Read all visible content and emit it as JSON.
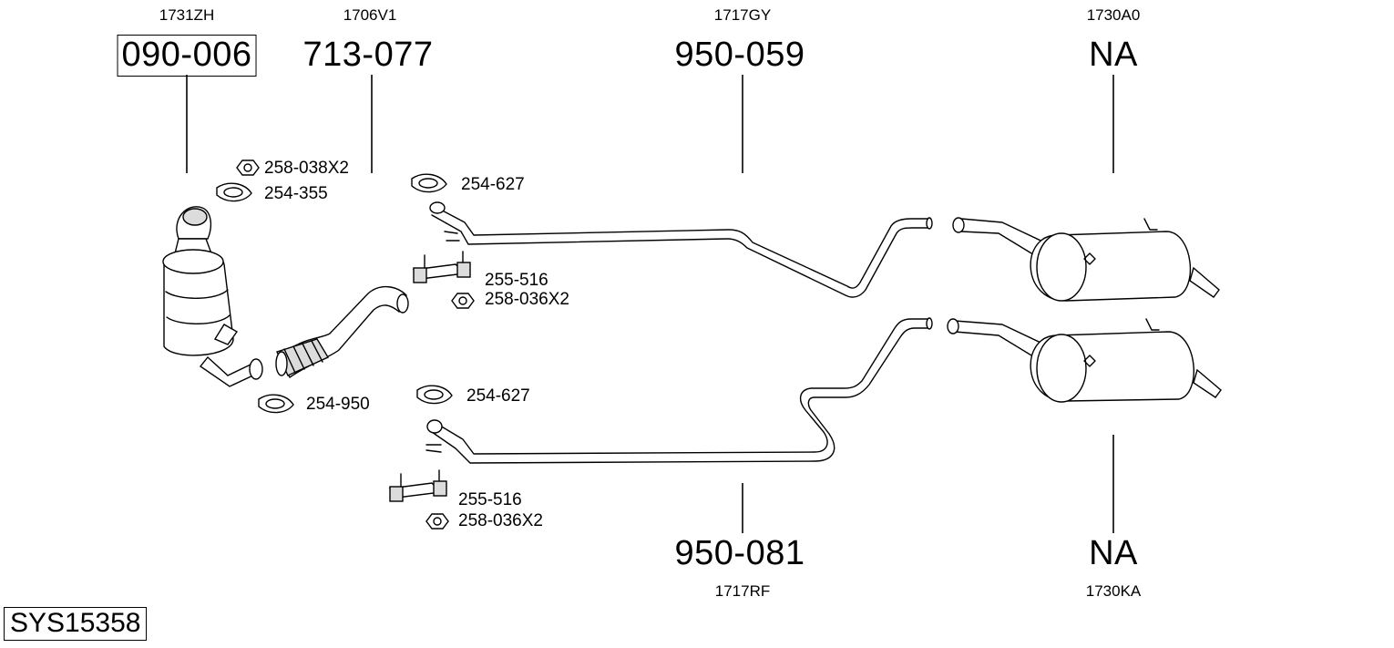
{
  "oem_codes": {
    "catalyst": "1731ZH",
    "flex_pipe": "1706V1",
    "center_pipe_top": "1717GY",
    "rear_silencer_top": "1730A0",
    "center_pipe_bottom": "1717RF",
    "rear_silencer_bottom": "1730KA"
  },
  "part_numbers": {
    "catalyst": "090-006",
    "flex_pipe": "713-077",
    "center_pipe_top": "950-059",
    "rear_silencer_top": "NA",
    "center_pipe_bottom": "950-081",
    "rear_silencer_bottom": "NA"
  },
  "fittings": {
    "nut_catalyst": "258-038X2",
    "clamp_catalyst": "254-355",
    "clamp_flex": "254-950",
    "clamp_top": "254-627",
    "bracket_top": "255-516",
    "nut_top": "258-036X2",
    "clamp_bottom": "254-627",
    "bracket_bottom": "255-516",
    "nut_bottom": "258-036X2"
  },
  "system_id": "SYS15358"
}
